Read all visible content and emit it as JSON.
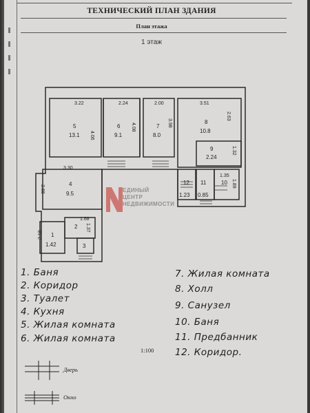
{
  "header": {
    "title": "ТЕХНИЧЕСКИЙ ПЛАН ЗДАНИЯ",
    "subtitle": "План этажа",
    "floor_label": "1 этаж"
  },
  "rooms": [
    {
      "id": "5",
      "num": "5",
      "area": "13.1",
      "w": "3.22",
      "h": "4.06"
    },
    {
      "id": "6",
      "num": "6",
      "area": "9.1",
      "w": "2.24",
      "h": "4.08"
    },
    {
      "id": "7",
      "num": "7",
      "area": "8.0",
      "w": "2.00",
      "h": "3.98"
    },
    {
      "id": "8",
      "num": "8",
      "area": "10.8",
      "w": "3.51",
      "h": "2.63"
    },
    {
      "id": "9",
      "num": "9",
      "area": "2.24",
      "h": "1.32"
    },
    {
      "id": "4",
      "num": "4",
      "area": "9.5",
      "w": "3.30",
      "h": "2.88"
    },
    {
      "id": "12",
      "num": "12",
      "area": "1.23"
    },
    {
      "id": "11",
      "num": "11",
      "area": "0.85"
    },
    {
      "id": "10",
      "num": "10",
      "w": "1.35",
      "h": "1.89"
    },
    {
      "id": "1",
      "num": "1",
      "area": "1.42",
      "h": "2.18"
    },
    {
      "id": "2",
      "num": "2",
      "w": "1.68",
      "h": "1.37"
    },
    {
      "id": "3",
      "num": "3"
    }
  ],
  "watermark": {
    "line1": "ЕДИНЫЙ",
    "line2": "ЦЕНТР",
    "line3": "НЕДВИЖИМОСТИ",
    "accent": "#c4362f"
  },
  "legend": {
    "left": [
      "1. Баня",
      "2. Коридор",
      "3. Туалет",
      "4. Кухня",
      "5. Жилая комната",
      "6. Жилая комната"
    ],
    "right": [
      "7. Жилая комната",
      "8. Холл",
      "9. Санузел",
      "10. Баня",
      "11. Предбанник",
      "12. Коридор."
    ]
  },
  "scale": "1:100",
  "symbols": {
    "door_label": "Дверь",
    "window_label": "Окно"
  }
}
